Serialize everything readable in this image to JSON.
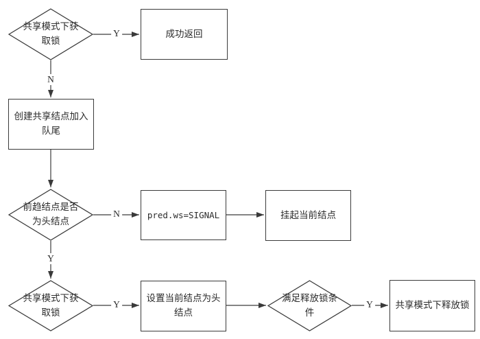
{
  "diagram": {
    "type": "flowchart",
    "colors": {
      "background": "#ffffff",
      "stroke": "#3a3a3a",
      "text": "#2b2b2b"
    },
    "nodes": {
      "acquire_shared_1": {
        "type": "decision",
        "label": "共享模式下获\n取锁"
      },
      "return_success": {
        "type": "process",
        "label": "成功返回"
      },
      "create_node_enqueue": {
        "type": "process",
        "label": "创建共享结点加入\n队尾"
      },
      "pred_is_head": {
        "type": "decision",
        "label": "前趋结点是否\n为头结点"
      },
      "set_pred_signal": {
        "type": "process",
        "label": "pred.ws=SIGNAL"
      },
      "park_current": {
        "type": "process",
        "label": "挂起当前结点"
      },
      "acquire_shared_2": {
        "type": "decision",
        "label": "共享模式下获\n取锁"
      },
      "set_head": {
        "type": "process",
        "label": "设置当前结点为头\n结点"
      },
      "release_condition": {
        "type": "decision",
        "label": "满足释放锁条\n件"
      },
      "release_shared": {
        "type": "process",
        "label": "共享模式下释放锁"
      }
    },
    "edge_labels": {
      "acquire1_yes": "Y",
      "acquire1_no": "N",
      "pred_no": "N",
      "pred_yes": "Y",
      "acquire2_yes": "Y",
      "release_yes": "Y"
    }
  }
}
